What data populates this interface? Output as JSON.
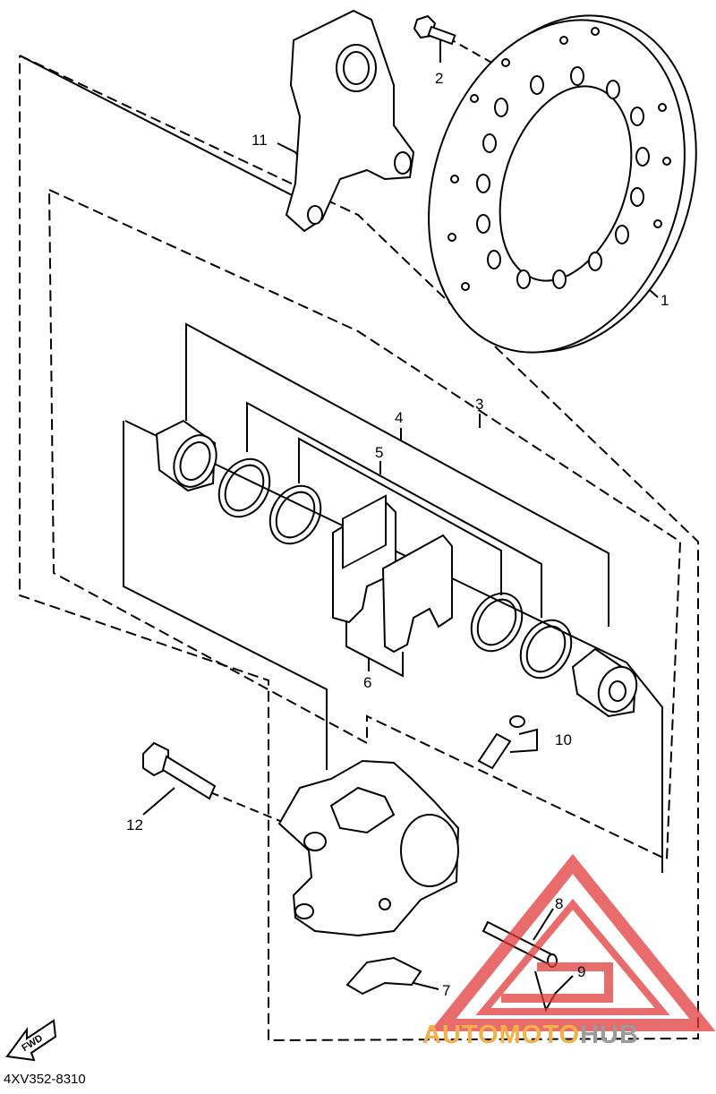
{
  "diagram": {
    "code": "4XV352-8310",
    "fwd_label": "FWD",
    "callouts": {
      "c1": "1",
      "c2": "2",
      "c3": "3",
      "c4": "4",
      "c5": "5",
      "c6": "6",
      "c7": "7",
      "c8": "8",
      "c9": "9",
      "c10": "10",
      "c11": "11",
      "c12": "12"
    }
  },
  "watermark": {
    "part1": "AUTOMOTO",
    "part2": "HUB",
    "color_orange": "#f2b04a",
    "color_gray": "#9a9a9a",
    "color_red": "#e23b3b"
  }
}
